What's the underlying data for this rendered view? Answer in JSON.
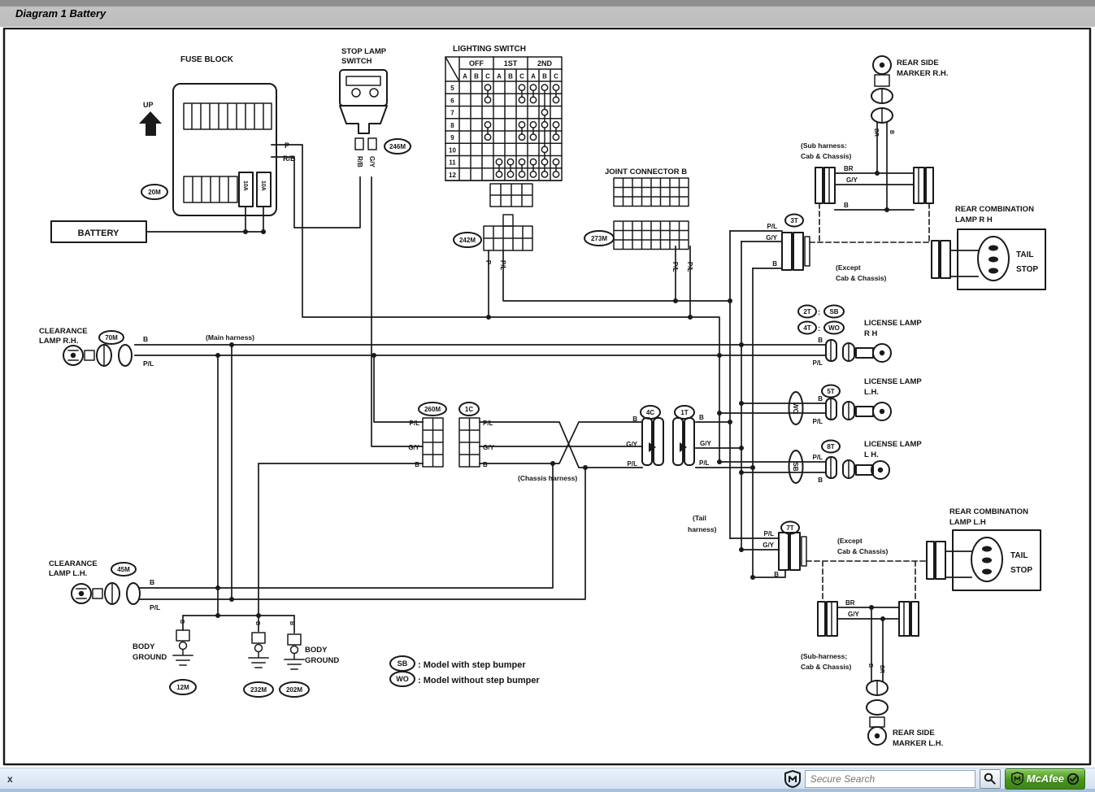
{
  "window": {
    "title": "Diagram 1 Battery"
  },
  "status_bar": {
    "close_label": "x",
    "search_placeholder": "Secure Search",
    "brand": "McAfee"
  },
  "diagram": {
    "fuse": {
      "title": "FUSE BLOCK",
      "up": "UP",
      "id": "20M",
      "f1": "10A",
      "f2": "10A",
      "p": "P",
      "rb": "R/B"
    },
    "battery": {
      "label": "BATTERY"
    },
    "sls": {
      "l1": "STOP LAMP",
      "l2": "SWITCH",
      "id": "246M",
      "rb": "R/B",
      "gy": "G/Y"
    },
    "ls": {
      "title": "LIGHTING SWITCH",
      "positions": [
        "OFF",
        "1ST",
        "2ND"
      ],
      "terminals": [
        "A",
        "B",
        "C"
      ],
      "rows": [
        "5",
        "6",
        "7",
        "8",
        "9",
        "10",
        "11",
        "12"
      ],
      "contacts": [
        "..o..oooo",
        "..o..oo|o",
        ".......o.",
        "..o..oooo",
        "..o..oo|o",
        ".......o.",
        "...oooooo",
        "...oooooo"
      ]
    },
    "jc": {
      "title": "JOINT CONNECTOR B",
      "id242": "242M",
      "id273": "273M",
      "p": "P",
      "pl": "P/L",
      "pl1": "P/L",
      "pl2": "P/L"
    },
    "crh": {
      "l1": "CLEARANCE",
      "l2": "LAMP R.H.",
      "id": "70M",
      "b": "B",
      "pl": "P/L"
    },
    "clh": {
      "l1": "CLEARANCE",
      "l2": "LAMP L.H.",
      "id": "45M",
      "b": "B",
      "pl": "P/L"
    },
    "notes": {
      "main": "(Main harness)",
      "chassis": "(Chassis harness)",
      "tail1": "(Tail",
      "tail2": "harness)",
      "subtop1": "(Sub harness:",
      "subtop2": "Cab & Chassis)",
      "subbot1": "(Sub-harness;",
      "subbot2": "Cab & Chassis)",
      "exc1a": "(Except",
      "exc1b": "Cab & Chassis)",
      "exc2a": "(Except",
      "exc2b": "Cab & Chassis)"
    },
    "mid": {
      "id260": "260M",
      "id1c": "1C",
      "left": [
        "P/L",
        "G/Y",
        "B"
      ],
      "right": [
        "P/L",
        "G/Y",
        "B"
      ],
      "id4c": "4C",
      "id1t": "1T",
      "pl_left": [
        "B",
        "G/Y",
        "P/L"
      ],
      "pl_right": [
        "B",
        "G/Y",
        "P/L"
      ]
    },
    "gnd": {
      "b1": "BODY",
      "g1": "GROUND",
      "b2": "BODY",
      "g2": "GROUND",
      "id1": "12M",
      "id2": "232M",
      "id3": "202M",
      "w": "B"
    },
    "legend": {
      "sb": "SB",
      "sbt": ": Model with step bumper",
      "wo": "WO",
      "wot": ": Model without step bumper"
    },
    "rsmrh": {
      "l1": "REAR SIDE",
      "l2": "MARKER R.H.",
      "br": "BR",
      "b": "B"
    },
    "rsmlh": {
      "l1": "REAR SIDE",
      "l2": "MARKER L.H.",
      "b": "B",
      "br": "BR"
    },
    "pairtop": {
      "br": "BR",
      "gy": "G/Y",
      "b": "B"
    },
    "pairbot": {
      "br": "BR",
      "gy": "G/Y"
    },
    "c3t": {
      "id": "3T",
      "pl": "P/L",
      "gy": "G/Y",
      "b": "B"
    },
    "c7t": {
      "id": "7T",
      "pl": "P/L",
      "gy": "G/Y",
      "b": "B"
    },
    "combrh": {
      "l1": "REAR COMBINATION",
      "l2": "LAMP R H",
      "tail": "TAIL",
      "stop": "STOP"
    },
    "comblh": {
      "l1": "REAR COMBINATION",
      "l2": "LAMP L.H",
      "tail": "TAIL",
      "stop": "STOP"
    },
    "licrh": {
      "id1": "2T",
      "colon": ":",
      "v1": "SB",
      "id2": "4T",
      "v2": "WO",
      "l1": "LICENSE LAMP",
      "l2": "R H",
      "b": "B",
      "pl": "P/L"
    },
    "liclh1": {
      "id": "5T",
      "v": "WO",
      "l1": "LICENSE LAMP",
      "l2": "L.H.",
      "b": "B",
      "pl": "P/L"
    },
    "liclh2": {
      "id": "8T",
      "v": "SB",
      "l1": "LICENSE LAMP",
      "l2": "L H.",
      "pl": "P/L",
      "b": "B"
    }
  }
}
